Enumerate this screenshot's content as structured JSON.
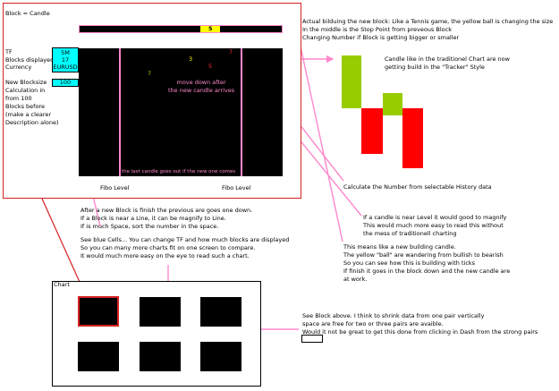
{
  "top_left": {
    "block_label": "Block = Candle",
    "tf_label": "TF",
    "blocks_label": "Blocks displayed",
    "currency_label": "Currency",
    "new_blocksize_lines": [
      "New Blocksize",
      "Calculation in",
      "from 100",
      "Blocks before",
      "(make a clearer",
      "Description alone)"
    ]
  },
  "cells": {
    "tf_value": "5M",
    "blocks_value": "17",
    "currency_value": "EURUSD",
    "blocksize_value": "100"
  },
  "progress": {
    "value_label": "5",
    "ball_color": "#ffff00"
  },
  "chart_area": {
    "num_3": "3",
    "num_7": "7",
    "num_5": "5",
    "num_7b": "7",
    "move_down_lines": [
      "move down after",
      "the new candle arrives"
    ],
    "last_candle_text": "the last candle goes out if the new one comes",
    "fibo_left": "Fibo Level",
    "fibo_right": "Fibo Level"
  },
  "right_notes": {
    "building_lines": [
      "Actual bilduing the new block: Like a Tennis game, the yellow ball is changing the size",
      "In the middle is the Stop Point from preveous Block",
      "Changing Number if Block is getting bigger or smaller"
    ],
    "candle_like_lines": [
      "Candle like in the traditionel Chart are now",
      "getting build in the \"Tracker\" Style"
    ],
    "calculate_note": "Calculate the Number from selectable History data",
    "near_level_lines": [
      "If a candle is near Level it would good to magnify",
      "This would much more easy to read this without",
      "the mess of traditionell charting"
    ],
    "new_building_lines": [
      "This means like a new building candle.",
      "The yellow \"ball\" are wandering from bullish to bearish",
      "So you can see how this is building with ticks",
      "If finish it goes in the block down and the new candle are",
      "at work."
    ]
  },
  "middle_notes": {
    "block_finish_lines": [
      "After a new Block is finish the previous are goes one down.",
      "If a Block is near a Line, it can be magnify to Line.",
      "If is much Space, sort the number in the space."
    ],
    "blue_cells_lines": [
      "See blue Cells... You can change TF and how much blocks are displayed",
      "So you can many more charts fit on one screen to compare.",
      "It would much more easy on the eye to read such a chart."
    ]
  },
  "chart_panel": {
    "label": "Chart"
  },
  "bottom_note_lines": [
    "See Block above. I think to shrink data from one pair vertically",
    "space are free for two or three pairs are avaible.",
    "Would it not be great to get this done from clicking in Dash from the strong pairs"
  ],
  "colors": {
    "green": "#99cc00",
    "red": "#ff0000",
    "pink": "#ff88cc",
    "frame_red": "#d62020",
    "cyan": "#00ffff"
  }
}
